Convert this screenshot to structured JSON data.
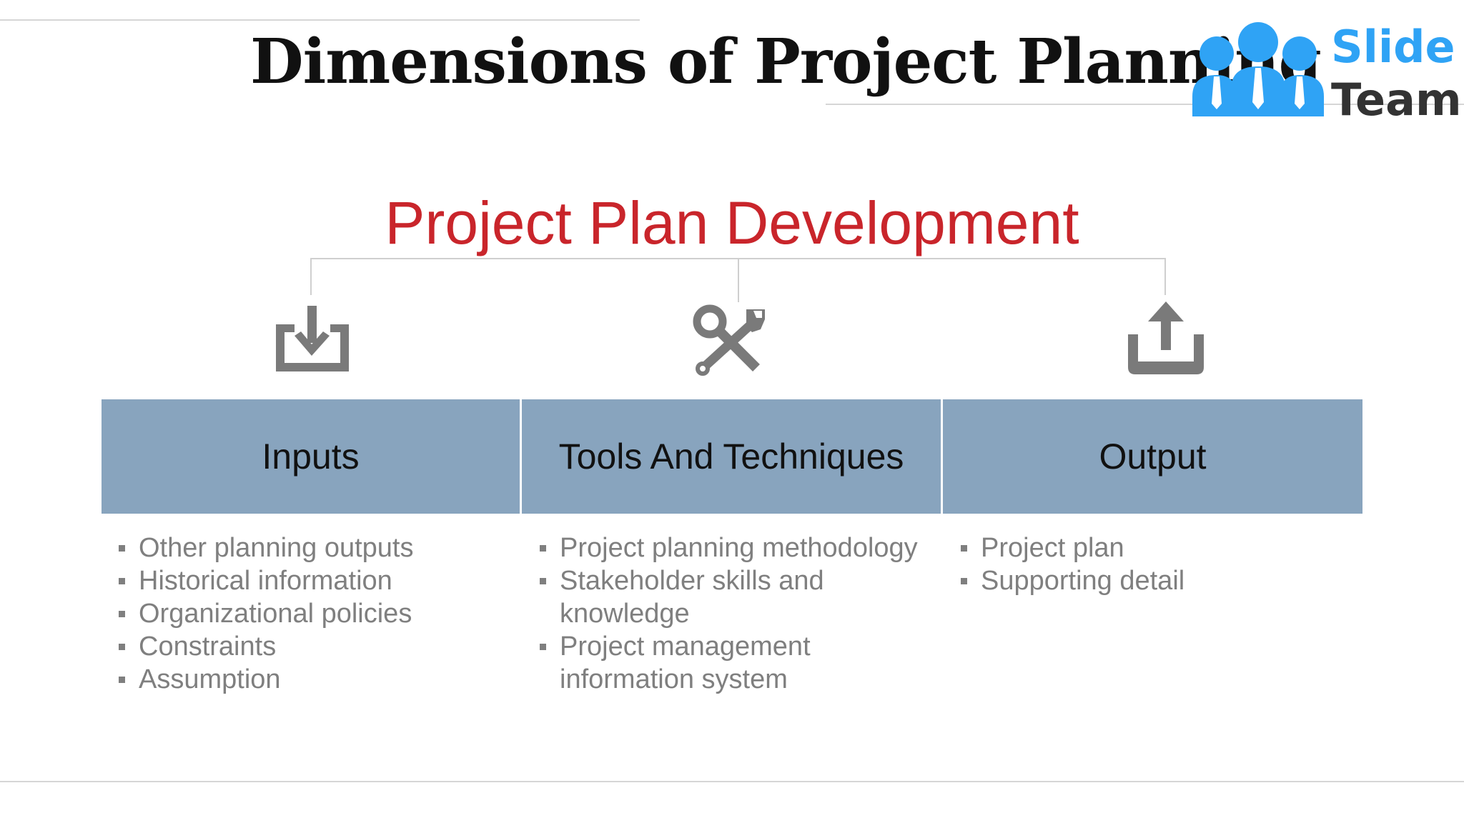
{
  "slide": {
    "title": "Dimensions of Project Planning"
  },
  "logo": {
    "line1": "Slide",
    "line2": "Team",
    "colors": {
      "people": "#2fa3f5",
      "line1": "#2fa3f5",
      "line2": "#333333"
    }
  },
  "diagram": {
    "title": "Project Plan Development",
    "title_color": "#c9252b",
    "header_color": "#88a4be",
    "columns": [
      {
        "header": "Inputs",
        "icon": "download-tray-icon",
        "items": [
          "Other planning outputs",
          "Historical information",
          "Organizational policies",
          "Constraints",
          "Assumption"
        ]
      },
      {
        "header": "Tools And Techniques",
        "icon": "wrench-screwdriver-icon",
        "items": [
          "Project planning methodology",
          "Stakeholder skills and knowledge",
          "Project management information system"
        ]
      },
      {
        "header": "Output",
        "icon": "upload-tray-icon",
        "items": [
          "Project plan",
          "Supporting detail"
        ]
      }
    ]
  }
}
